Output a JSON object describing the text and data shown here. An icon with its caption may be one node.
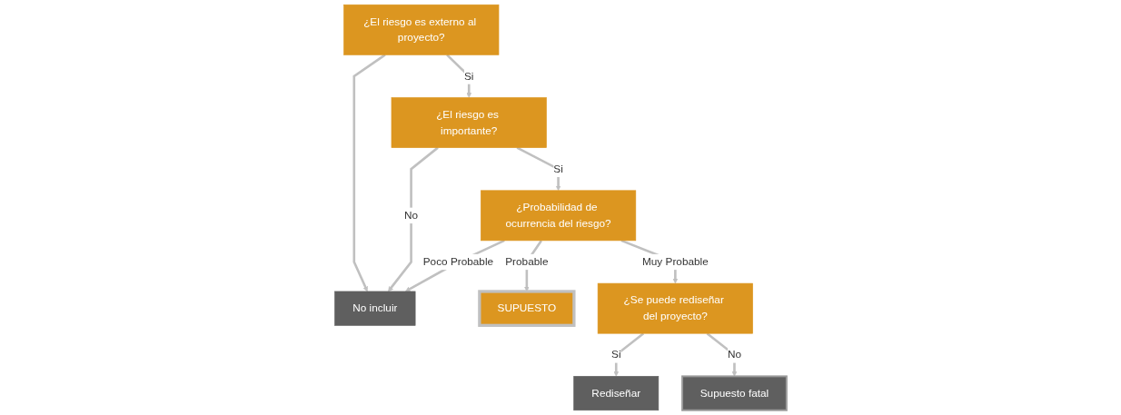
{
  "diagram": {
    "nodes": [
      {
        "text": [
          "¿El riesgo es externo al proyecto?"
        ]
      },
      {
        "text": [
          "¿El riesgo es importante?"
        ]
      },
      {
        "text": [
          "No incluir"
        ]
      },
      {
        "text": [
          "¿Probabilidad de ocurrencia del riesgo?"
        ]
      },
      {
        "text": [
          "SUPUESTO"
        ]
      },
      {
        "text": [
          "Rediseñar"
        ]
      },
      {
        "text": [
          "¿Se puede rediseñar del proyecto?"
        ]
      },
      {
        "text": [
          "Supuesto fatal"
        ]
      }
    ],
    "edges": [
      {
        "from": 0,
        "to": 1,
        "label": "Si",
        "arrow": "to"
      },
      {
        "from": 0,
        "to": 2,
        "arrow": "to"
      },
      {
        "from": 1,
        "to": 2,
        "label": "No",
        "arrow": "to"
      },
      {
        "from": 1,
        "to": 3,
        "label": "Si",
        "arrow": "to"
      },
      {
        "from": 3,
        "to": 2,
        "label": "Poco Probable",
        "arrow": "to"
      },
      {
        "from": 3,
        "to": 4,
        "label": "Probable",
        "arrow": "to"
      },
      {
        "from": 3,
        "to": 6,
        "label": "Muy Probable",
        "arrow": "to"
      },
      {
        "from": 6,
        "to": 5,
        "label": "Si",
        "arrow": "to"
      },
      {
        "from": 6,
        "to": 7,
        "label": "No",
        "arrow": "to"
      }
    ]
  }
}
